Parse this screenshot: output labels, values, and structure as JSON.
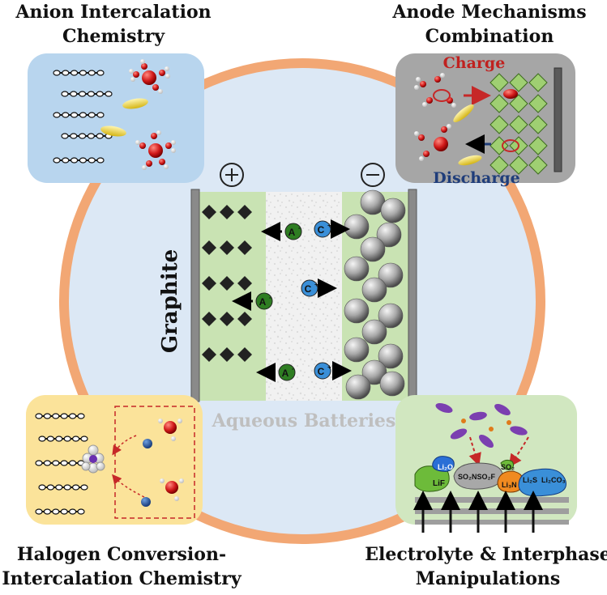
{
  "titles": {
    "anion": [
      "Anion Intercalation",
      "Chemistry"
    ],
    "anode": [
      "Anode Mechanisms",
      "Combination"
    ],
    "halogen": [
      "Halogen Conversion-",
      "Intercalation Chemistry"
    ],
    "electrolyte": [
      "Electrolyte & Interphase",
      "Manipulations"
    ]
  },
  "cell": {
    "positive_symbol": "+",
    "negative_symbol": "−",
    "cathode_label": "Graphite",
    "center_label": "Aqueous Batteries",
    "anion_label": "A",
    "cation_label": "C",
    "anion_charge": "-",
    "cation_charge": "+"
  },
  "anode_panel": {
    "charge_label": "Charge",
    "discharge_label": "Discharge"
  },
  "interphase_panel": {
    "species": [
      "LiF",
      "Li₂O",
      "SO₂NSO₂F",
      "SO₂",
      "Li₃N",
      "Li₂S",
      "Li₂CO₃"
    ]
  },
  "colors": {
    "ring": "#f2a774",
    "disc": "#dce8f5",
    "cathode_bg": "#c9e3b3",
    "anion_panel": "#b8d5ee",
    "anode_panel": "#a6a6a6",
    "halogen_panel": "#fbe39a",
    "electrolyte_panel": "#d1e7c0",
    "charge_text": "#c0211f",
    "discharge_text": "#1f3d7a",
    "anion_ion": "#2e7d22",
    "cation_ion": "#3a8fd8"
  }
}
